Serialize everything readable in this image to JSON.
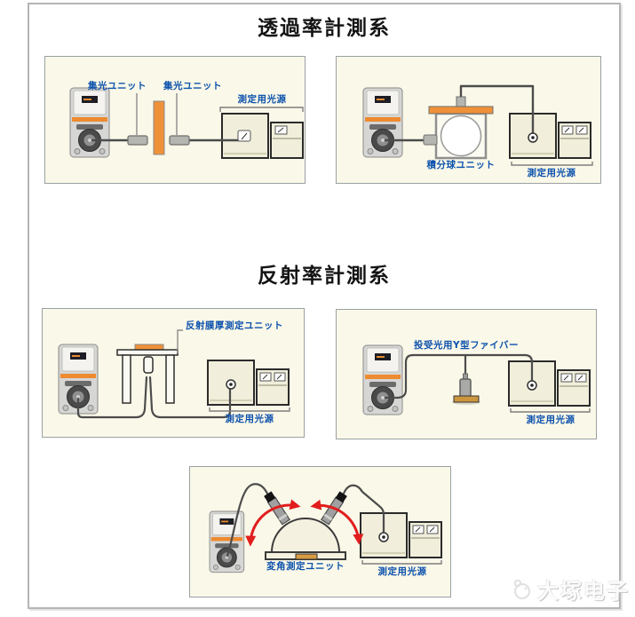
{
  "titles": {
    "transmittance": "透過率計測系",
    "reflectance": "反射率計測系"
  },
  "panels": {
    "lens": {
      "label_lens1": "集光ユニット",
      "label_lens2": "集光ユニット",
      "label_source": "測定用光源"
    },
    "sphere": {
      "label_sphere": "積分球ユニット",
      "label_source": "測定用光源"
    },
    "film": {
      "label_unit": "反射膜厚測定ユニット",
      "label_source": "測定用光源"
    },
    "yfiber": {
      "label_fiber": "投受光用Y型ファイバー",
      "label_source": "測定用光源"
    },
    "gonio": {
      "label_unit": "変角測定ユニット",
      "label_source": "測定用光源"
    }
  },
  "watermark": {
    "brand": "大塚电子"
  },
  "colors": {
    "label_blue": "#0d52ad",
    "accent_orange": "#ef9138",
    "arrow_red": "#e11d1d",
    "panel_bg": "#faf8e8",
    "cable_gray": "#4c4c4c"
  }
}
